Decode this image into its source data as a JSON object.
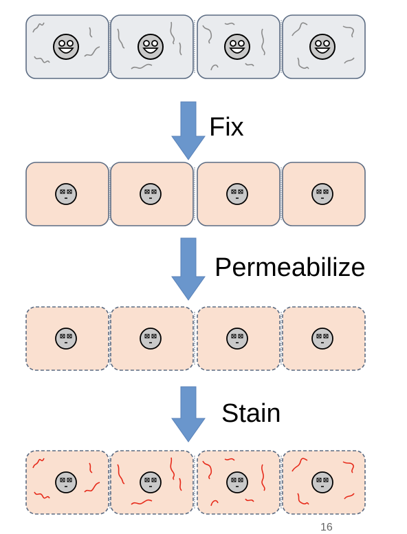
{
  "steps": [
    {
      "label": "Fix"
    },
    {
      "label": "Permeabilize"
    },
    {
      "label": "Stain"
    }
  ],
  "rows": [
    {
      "cell_fill": "#e9ebee",
      "outline": "solid",
      "face": "smiley",
      "filaments": "gray"
    },
    {
      "cell_fill": "#fae0d0",
      "outline": "solid",
      "face": "dead",
      "filaments": "none"
    },
    {
      "cell_fill": "#fae0d0",
      "outline": "dashed",
      "face": "dead",
      "filaments": "none"
    },
    {
      "cell_fill": "#fae0d0",
      "outline": "dashed",
      "face": "dead",
      "filaments": "red"
    }
  ],
  "colors": {
    "arrow": "#6a96cc",
    "outline": "#5b6b82",
    "gray_filament": "#8a8a8a",
    "red_filament": "#e62a1a",
    "face": "#c9c9c9"
  },
  "page_number": "16"
}
